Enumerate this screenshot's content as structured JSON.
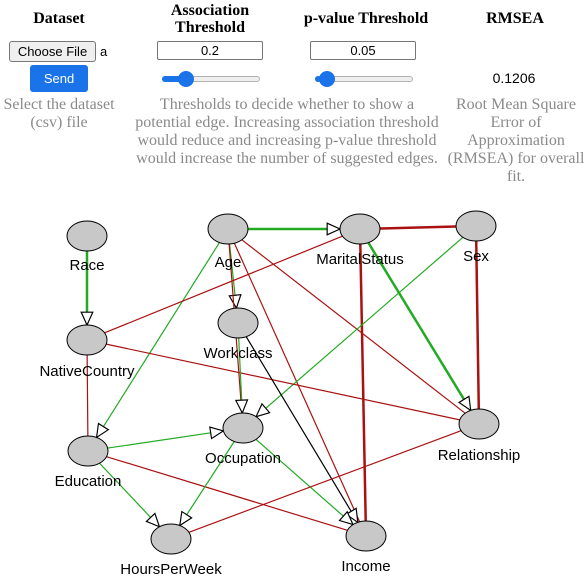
{
  "controls": {
    "dataset": {
      "title": "Dataset",
      "choose_file_label": "Choose File",
      "file_name_fragment": "a",
      "send_label": "Send",
      "description": "Select the dataset (csv) file"
    },
    "association": {
      "title_line1": "Association",
      "title_line2": "Threshold",
      "value": "0.2",
      "slider_fraction": 0.2
    },
    "pvalue": {
      "title": "p-value Threshold",
      "value": "0.05",
      "slider_fraction": 0.05
    },
    "thresholds_description": "Thresholds to decide whether to show a potential edge. Increasing association threshold would reduce and increasing p-value threshold would increase the number of suggested edges.",
    "rmsea": {
      "title": "RMSEA",
      "value": "0.1206",
      "description": "Root Mean Square Error of Approximation (RMSEA) for overall fit."
    }
  },
  "colors": {
    "green_edge": "#22aa22",
    "red_edge": "#aa1111",
    "black_edge": "#000000",
    "node_fill": "#c8c8c8",
    "accent": "#1a73e8"
  },
  "graph": {
    "nodes": [
      {
        "id": "Race",
        "label": "Race"
      },
      {
        "id": "Age",
        "label": "Age"
      },
      {
        "id": "MaritalStatus",
        "label": "MaritalStatus"
      },
      {
        "id": "Sex",
        "label": "Sex"
      },
      {
        "id": "NativeCountry",
        "label": "NativeCountry"
      },
      {
        "id": "Workclass",
        "label": "Workclass"
      },
      {
        "id": "Education",
        "label": "Education"
      },
      {
        "id": "Occupation",
        "label": "Occupation"
      },
      {
        "id": "Relationship",
        "label": "Relationship"
      },
      {
        "id": "HoursPerWeek",
        "label": "HoursPerWeek"
      },
      {
        "id": "Income",
        "label": "Income"
      }
    ],
    "edges": [
      {
        "from": "Race",
        "to": "NativeCountry",
        "color": "green",
        "directed": true
      },
      {
        "from": "Age",
        "to": "MaritalStatus",
        "color": "green",
        "directed": true
      },
      {
        "from": "Age",
        "to": "Workclass",
        "color": "green",
        "directed": true
      },
      {
        "from": "Age",
        "to": "Education",
        "color": "green",
        "directed": true
      },
      {
        "from": "Age",
        "to": "Relationship",
        "color": "red",
        "directed": false
      },
      {
        "from": "Age",
        "to": "Income",
        "color": "red",
        "directed": false
      },
      {
        "from": "Age",
        "to": "Occupation",
        "color": "red",
        "directed": false
      },
      {
        "from": "MaritalStatus",
        "to": "Sex",
        "color": "red",
        "directed": false
      },
      {
        "from": "MaritalStatus",
        "to": "Relationship",
        "color": "green",
        "directed": true
      },
      {
        "from": "MaritalStatus",
        "to": "Income",
        "color": "red",
        "directed": false
      },
      {
        "from": "MaritalStatus",
        "to": "NativeCountry",
        "color": "red",
        "directed": false
      },
      {
        "from": "Sex",
        "to": "Occupation",
        "color": "green",
        "directed": true
      },
      {
        "from": "Sex",
        "to": "Relationship",
        "color": "red",
        "directed": false
      },
      {
        "from": "NativeCountry",
        "to": "Education",
        "color": "red",
        "directed": false
      },
      {
        "from": "NativeCountry",
        "to": "Relationship",
        "color": "red",
        "directed": false
      },
      {
        "from": "Workclass",
        "to": "Occupation",
        "color": "green",
        "directed": true
      },
      {
        "from": "Workclass",
        "to": "Income",
        "color": "black",
        "directed": true
      },
      {
        "from": "Education",
        "to": "Occupation",
        "color": "green",
        "directed": true
      },
      {
        "from": "Education",
        "to": "HoursPerWeek",
        "color": "green",
        "directed": true
      },
      {
        "from": "Education",
        "to": "Income",
        "color": "red",
        "directed": false
      },
      {
        "from": "Occupation",
        "to": "HoursPerWeek",
        "color": "green",
        "directed": true
      },
      {
        "from": "Occupation",
        "to": "Income",
        "color": "green",
        "directed": true
      },
      {
        "from": "Relationship",
        "to": "HoursPerWeek",
        "color": "red",
        "directed": false
      }
    ]
  }
}
